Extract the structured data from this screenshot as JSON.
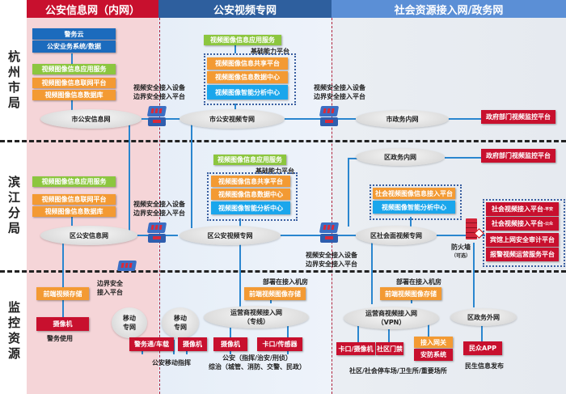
{
  "headers": {
    "col1": "公安信息网（内网）",
    "col2": "公安视频专网",
    "col3": "社会资源接入网/政务网"
  },
  "rows": {
    "hangzhou": "杭州市局",
    "binjiang": "滨江分局",
    "monitor": "监控资源"
  },
  "colors": {
    "col1_header": "#c8102e",
    "col2_header": "#2e5f9e",
    "col3_header": "#5b8fd6",
    "col1_bg": "#f5d5d8",
    "col2_bg": "#e4eef8",
    "col3_bg": "#e8ecf1",
    "box_red": "#c8102e",
    "box_orange": "#f39a33",
    "box_green": "#8cc63f",
    "box_blue": "#1c6bbd",
    "box_cyan": "#1aa6ec",
    "link": "#2a86cf"
  },
  "city": {
    "intranet": {
      "police_cloud": "警务云",
      "biz_system": "公安业务系统/数据",
      "app_service": "视频图像信息应用服务",
      "network_platform": "视频图像信息联网平台",
      "database": "视频图像信息数据库",
      "cloud": "市公安信息网"
    },
    "video_net": {
      "app_service": "视频图像信息应用服务",
      "base_platform_label": "基础能力平台",
      "share_platform": "视频图像信息共享平台",
      "data_center": "视频图像信息数据中心",
      "analysis_center": "视频图像智能分析中心",
      "cloud": "市公安视频专网"
    },
    "gateway1": {
      "line1": "视频安全接入设备",
      "line2": "边界安全接入平台"
    },
    "gateway2": {
      "line1": "视频安全接入设备",
      "line2": "边界安全接入平台"
    },
    "gov": {
      "cloud": "市政务内网",
      "platform": "政府部门视频监控平台"
    }
  },
  "district": {
    "intranet": {
      "app_service": "视频图像信息应用服务",
      "network_platform": "视频图像信息联网平台",
      "database": "视频图像信息数据库",
      "cloud": "区公安信息网"
    },
    "video_net": {
      "app_service": "视频图像信息应用服务",
      "base_platform_label": "基础能力平台",
      "share_platform": "视频图像信息共享平台",
      "data_center": "视频图像信息数据中心",
      "analysis_center": "视频图像智能分析中心",
      "cloud": "区公安视频专网"
    },
    "gateway1": {
      "line1": "视频安全接入设备",
      "line2": "边界安全接入平台"
    },
    "gateway2": {
      "line1": "视频安全接入设备",
      "line2": "边界安全接入平台"
    },
    "gov": {
      "cloud": "区政务内网",
      "platform": "政府部门视频监控平台"
    },
    "social": {
      "access_platform": "社会视频图像信息接入平台",
      "analysis_center": "视频图像智能分析中心",
      "cloud": "区社会面视频专网",
      "firewall_line1": "防火墙",
      "firewall_line2": "（可选）",
      "platforms": [
        {
          "main": "社会视频接入平台",
          "suffix": "-平安"
        },
        {
          "main": "社会视频接入平台",
          "suffix": "-公众"
        },
        {
          "main": "宾馆上网安全审计平台",
          "suffix": ""
        },
        {
          "main": "报警视频运营服务平台",
          "suffix": ""
        }
      ]
    }
  },
  "monitor": {
    "front_storage1": "前端视频存储",
    "camera1": "摄像机",
    "police_use": "警务使用",
    "border_gateway": {
      "line1": "边界安全",
      "line2": "接入平台"
    },
    "mobile_net1": {
      "line1": "移动",
      "line2": "专网"
    },
    "mobile_net2": {
      "line1": "移动",
      "line2": "专网"
    },
    "police_terminal": "警务通/车载",
    "camera2": "摄像机",
    "mobile_command": "公安移动指挥",
    "deploy_label1": "部署在接入机房",
    "front_storage2": "前端视频图像存储",
    "carrier_net1": {
      "line1": "运营商视频接入网",
      "line2": "（专线）"
    },
    "camera3": "摄像机",
    "checkpoint_sensor": "卡口/传感器",
    "police_desc1": "公安（指挥/治安/刑侦）",
    "police_desc2": "综治（城管、消防、交警、民政）",
    "deploy_label2": "部署在接入机房",
    "front_storage3": "前端视频图像存储",
    "carrier_net2": {
      "line1": "运营商视频接入网",
      "line2": "（VPN）"
    },
    "checkpoint_camera": "卡口/摄像机",
    "community_gate": "社区门禁",
    "access_gateway": "接入网关",
    "security_system": "安防系统",
    "community_desc": "社区/社会停车场/卫生所/重要场所",
    "gov_external": "区政务外网",
    "public_app": "民众APP",
    "public_info": "民生信息发布"
  }
}
